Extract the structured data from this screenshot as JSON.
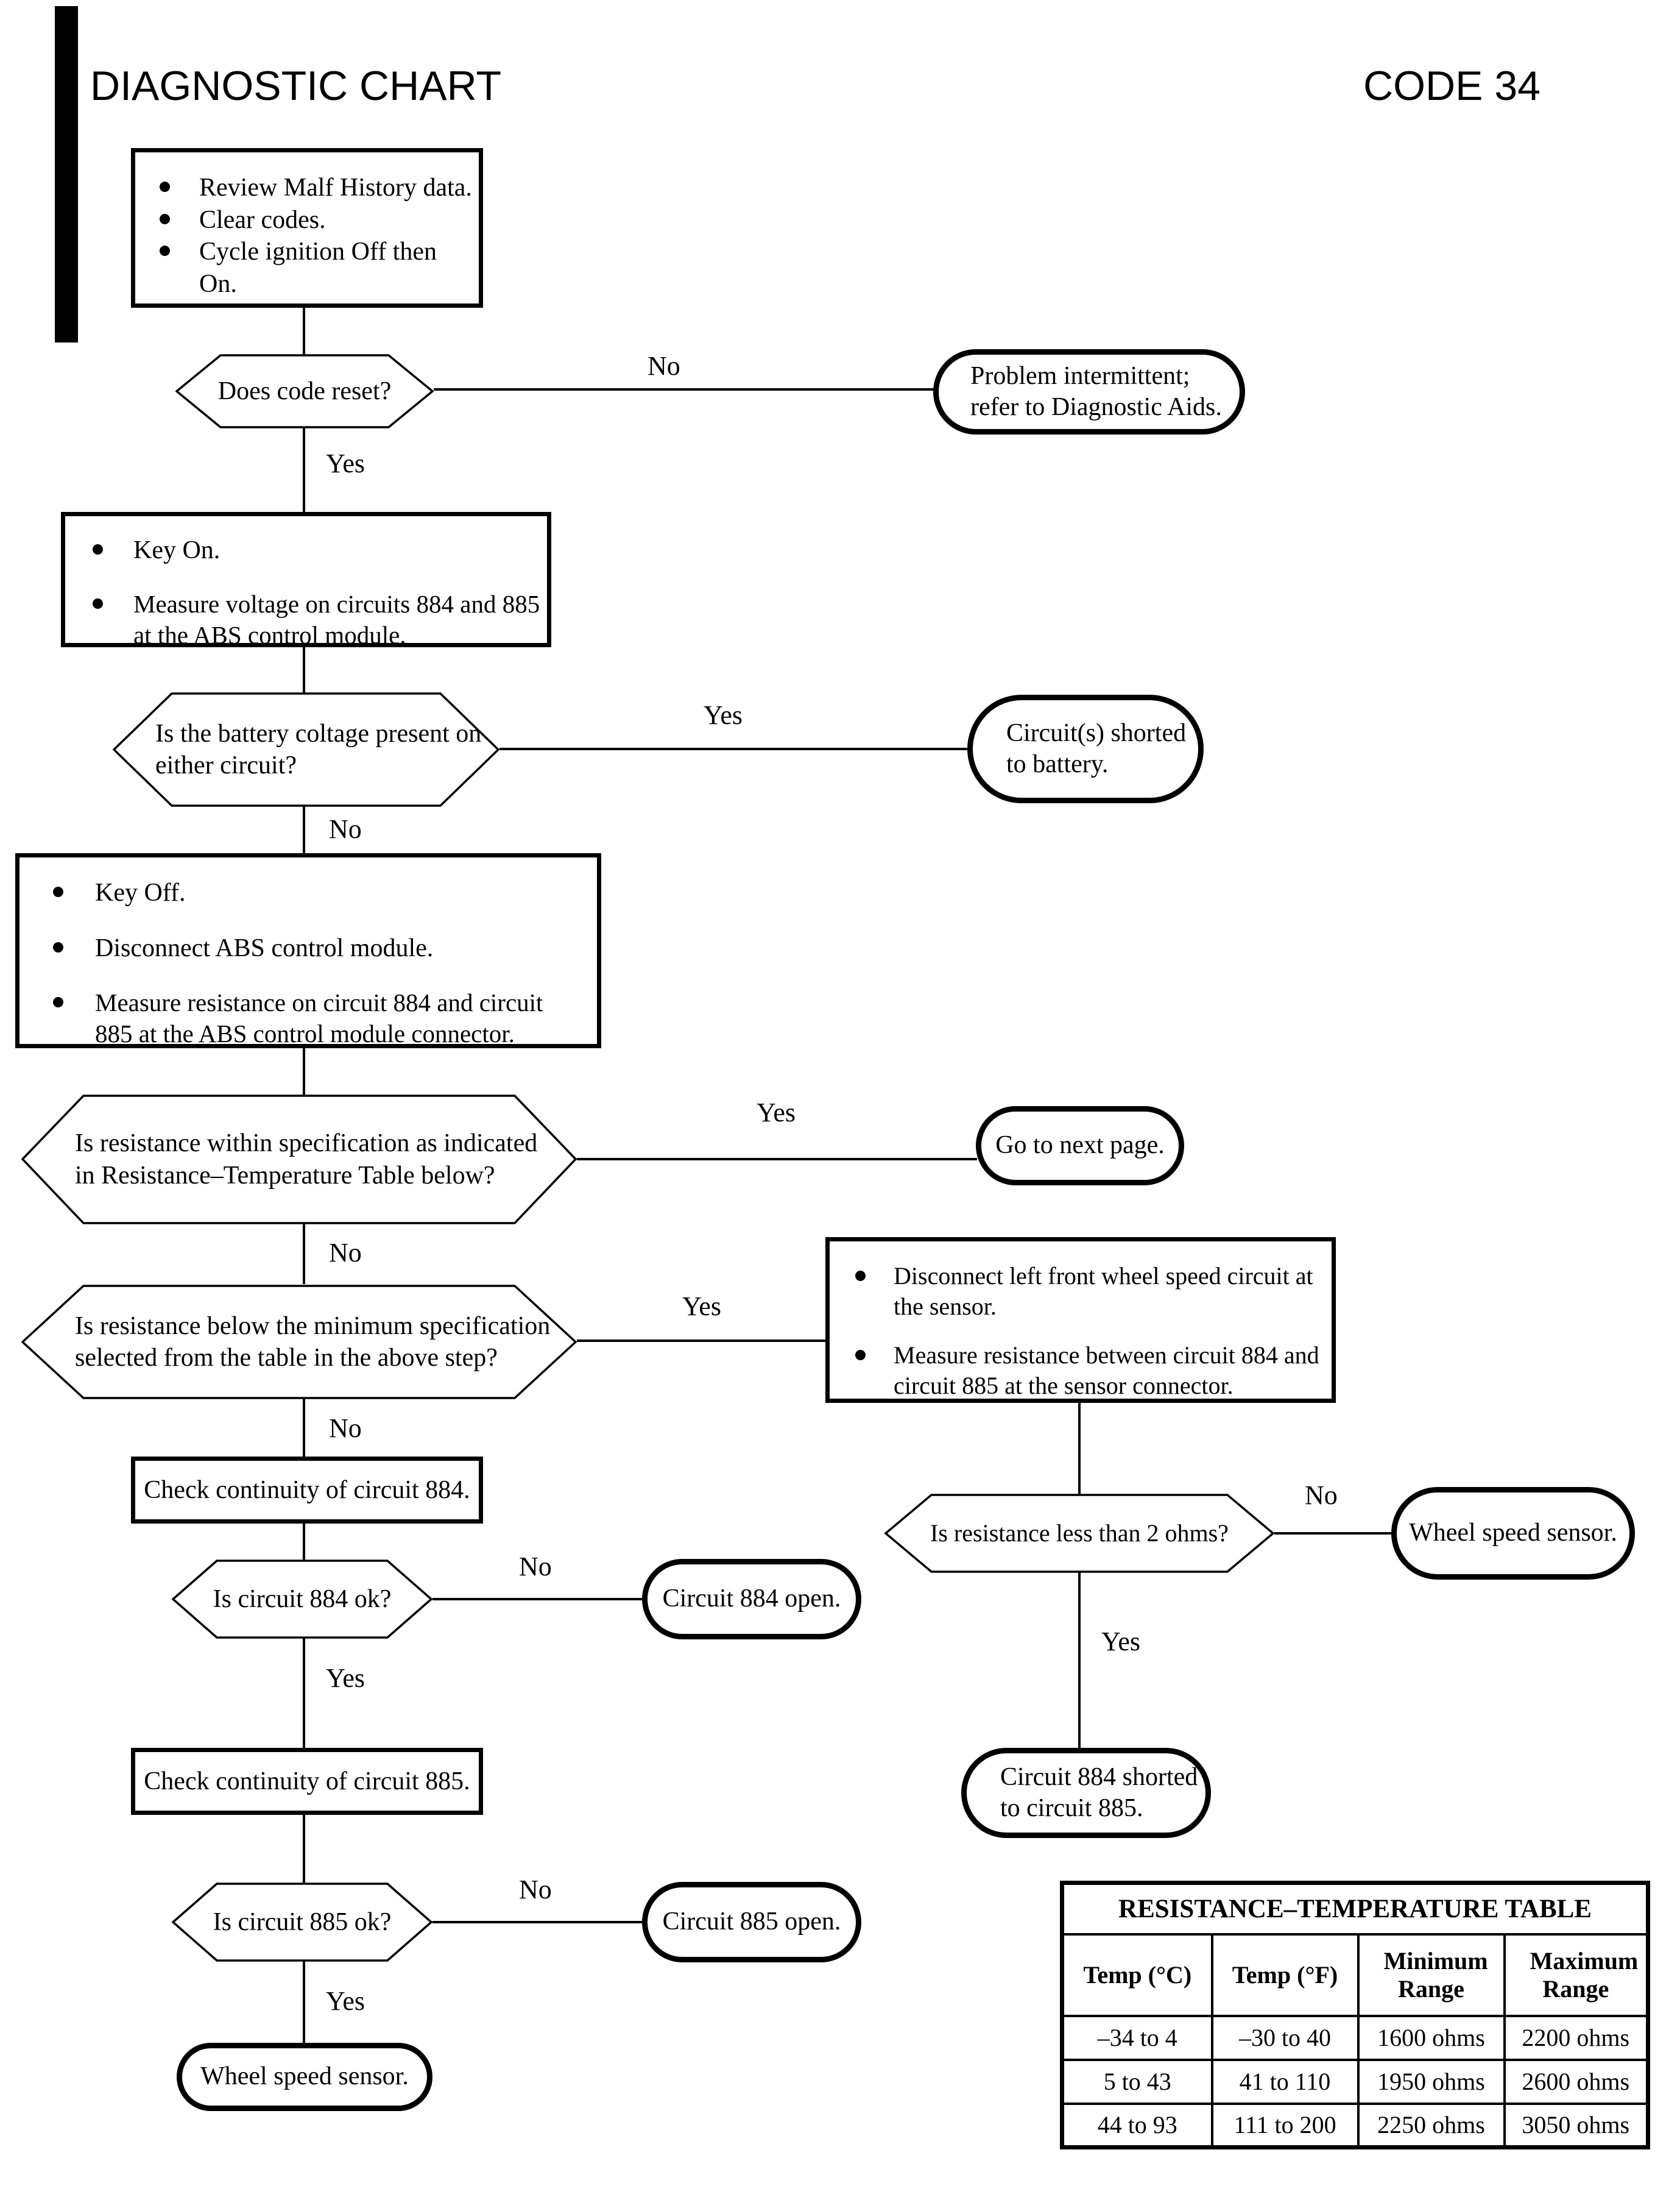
{
  "header": {
    "title": "DIAGNOSTIC CHART",
    "code": "CODE 34"
  },
  "labels": {
    "yes": "Yes",
    "no": "No"
  },
  "colors": {
    "ink": "#000000",
    "paper": "#ffffff"
  },
  "nodes": {
    "start": {
      "items": [
        "Review Malf History data.",
        "Clear codes.",
        "Cycle ignition Off then On."
      ]
    },
    "q_code_reset": {
      "text": "Does code reset?"
    },
    "t_intermittent": {
      "text": "Problem intermittent; refer to Diagnostic Aids."
    },
    "p_key_on": {
      "items": [
        "Key On.",
        "Measure voltage on circuits 884 and 885 at the ABS control module."
      ]
    },
    "q_battery_voltage": {
      "text": "Is the battery coltage present on either circuit?"
    },
    "t_shorted_battery": {
      "text": "Circuit(s) shorted to battery."
    },
    "p_key_off": {
      "items": [
        "Key Off.",
        "Disconnect ABS control module.",
        "Measure resistance on circuit 884 and circuit 885 at the ABS control module connector."
      ]
    },
    "q_within_spec": {
      "text": "Is resistance within specification as indicated in Resistance–Temperature Table below?"
    },
    "t_next_page": {
      "text": "Go to next page."
    },
    "q_below_min": {
      "text": "Is resistance below the minimum specification selected from the table in the above step?"
    },
    "p_disconnect_sensor": {
      "items": [
        "Disconnect left front wheel speed circuit at the sensor.",
        "Measure resistance between circuit 884 and circuit 885 at the sensor connector."
      ]
    },
    "p_check_884": {
      "text": "Check continuity of circuit 884."
    },
    "q_884_ok": {
      "text": "Is circuit 884 ok?"
    },
    "t_884_open": {
      "text": "Circuit 884 open."
    },
    "q_less_2_ohms": {
      "text": "Is resistance less than 2 ohms?"
    },
    "t_wheel_sensor_right": {
      "text": "Wheel speed sensor."
    },
    "t_884_shorted": {
      "text": "Circuit 884 shorted to circuit 885."
    },
    "p_check_885": {
      "text": "Check continuity of circuit 885."
    },
    "q_885_ok": {
      "text": "Is circuit 885 ok?"
    },
    "t_885_open": {
      "text": "Circuit 885 open."
    },
    "t_wheel_sensor_bottom": {
      "text": "Wheel speed sensor."
    }
  },
  "chart_data": {
    "type": "table",
    "title": "RESISTANCE–TEMPERATURE TABLE",
    "headers": [
      "Temp (°C)",
      "Temp (°F)",
      "Minimum Range",
      "Maximum Range"
    ],
    "rows": [
      [
        "–34 to 4",
        "–30 to 40",
        "1600 ohms",
        "2200 ohms"
      ],
      [
        "5 to 43",
        "41 to 110",
        "1950 ohms",
        "2600 ohms"
      ],
      [
        "44 to 93",
        "111 to 200",
        "2250 ohms",
        "3050 ohms"
      ]
    ]
  }
}
